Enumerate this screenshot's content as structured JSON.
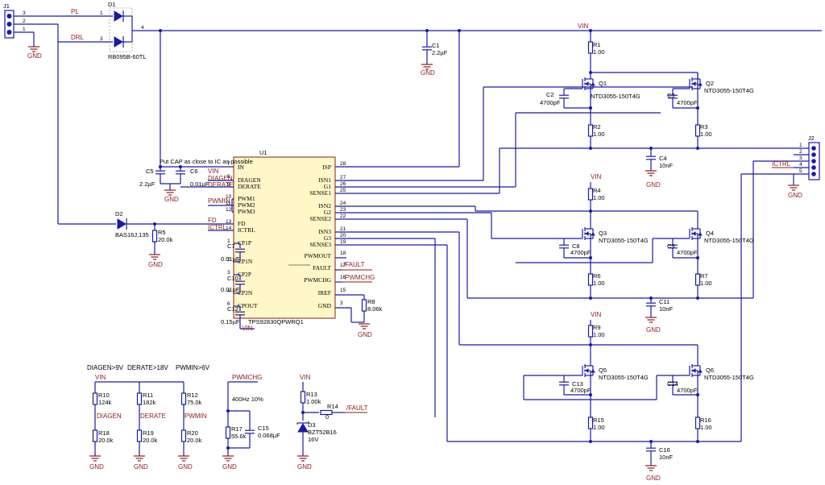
{
  "nets": {
    "vin": "VIN",
    "gnd": "GND",
    "pl": "PL",
    "drl": "DRL",
    "diagen": "DIAGEN",
    "derate": "DERATE",
    "pwmin": "PWMIN",
    "fd": "FD",
    "ictrl": "ICTRL",
    "fault": "/FAULT",
    "pwmchg": "PWMCHG"
  },
  "connectors": {
    "j1": {
      "ref": "J1",
      "pins": [
        "3",
        "2",
        "1"
      ]
    },
    "j2": {
      "ref": "J2",
      "pins": [
        "1",
        "2",
        "3",
        "4",
        "5"
      ]
    }
  },
  "diodes": {
    "d1": {
      "ref": "D1",
      "part": "RB095B-60TL",
      "pins": [
        "1",
        "3",
        "4"
      ]
    },
    "d2": {
      "ref": "D2",
      "part": "BAS16J,135"
    },
    "d3": {
      "ref": "D3",
      "part": "BZT52B16",
      "value": "16V"
    }
  },
  "resistors": {
    "r1": {
      "ref": "R1",
      "value": "1.00"
    },
    "r2": {
      "ref": "R2",
      "value": "1.00"
    },
    "r3": {
      "ref": "R3",
      "value": "1.00"
    },
    "r4": {
      "ref": "R4",
      "value": "1.00"
    },
    "r5": {
      "ref": "R5",
      "value": "20.0k"
    },
    "r6": {
      "ref": "R6",
      "value": "1.00"
    },
    "r7": {
      "ref": "R7",
      "value": "1.00"
    },
    "r8": {
      "ref": "R8",
      "value": "8.06k"
    },
    "r9": {
      "ref": "R9",
      "value": "1.00"
    },
    "r10": {
      "ref": "R10",
      "value": "124k"
    },
    "r11": {
      "ref": "R11",
      "value": "182k"
    },
    "r12": {
      "ref": "R12",
      "value": "75.0k"
    },
    "r13": {
      "ref": "R13",
      "value": "1.00k"
    },
    "r14": {
      "ref": "R14",
      "value": "0"
    },
    "r15": {
      "ref": "R15",
      "value": "1.00"
    },
    "r16": {
      "ref": "R16",
      "value": "1.00"
    },
    "r17": {
      "ref": "R17",
      "value": "55.6k"
    },
    "r18": {
      "ref": "R18",
      "value": "20.0k"
    },
    "r19": {
      "ref": "R19",
      "value": "20.0k"
    },
    "r20": {
      "ref": "R20",
      "value": "20.0k"
    }
  },
  "capacitors": {
    "c1": {
      "ref": "C1",
      "value": "2.2µF"
    },
    "c2": {
      "ref": "C2",
      "value": "4700pF"
    },
    "c3": {
      "ref": "C3",
      "value": "4700pF"
    },
    "c4": {
      "ref": "C4",
      "value": "10nF"
    },
    "c5": {
      "ref": "C5",
      "value": "2.2µF"
    },
    "c6": {
      "ref": "C6",
      "value": "0.01µF"
    },
    "c7": {
      "ref": "C7",
      "value": "0.01µF"
    },
    "c8": {
      "ref": "C8",
      "value": "4700pF"
    },
    "c9": {
      "ref": "C9",
      "value": "4700pF"
    },
    "c10": {
      "ref": "C10",
      "value": "0.01µF"
    },
    "c11": {
      "ref": "C11",
      "value": "10nF"
    },
    "c12": {
      "ref": "C12",
      "value": "0.15µF"
    },
    "c13": {
      "ref": "C13",
      "value": "4700pF"
    },
    "c14": {
      "ref": "C14",
      "value": "4700pF"
    },
    "c15": {
      "ref": "C15",
      "value": "0.068µF"
    },
    "c16": {
      "ref": "C16",
      "value": "10nF"
    }
  },
  "transistors": {
    "part": "NTD3055-150T4G",
    "refs": [
      "Q1",
      "Q2",
      "Q3",
      "Q4",
      "Q5",
      "Q6"
    ]
  },
  "ic": {
    "ref": "U1",
    "part": "TPS92830QPWRQ1",
    "left_pins": [
      {
        "name": "IN",
        "num": "7"
      },
      {
        "name": "DIAGEN",
        "num": "8"
      },
      {
        "name": "DERATE",
        "num": "9"
      },
      {
        "name": "PWM1",
        "num": "10"
      },
      {
        "name": "PWM2",
        "num": "11"
      },
      {
        "name": "PWM3",
        "num": "12"
      },
      {
        "name": "FD",
        "num": "13"
      },
      {
        "name": "ICTRL",
        "num": "14"
      },
      {
        "name": "CP1P",
        "num": "1"
      },
      {
        "name": "CP1N",
        "num": "2"
      },
      {
        "name": "CP2P",
        "num": "3"
      },
      {
        "name": "CP2N",
        "num": "4"
      },
      {
        "name": "CPOUT",
        "num": "6"
      }
    ],
    "right_pins": [
      {
        "name": "ISP",
        "num": "28"
      },
      {
        "name": "ISN1",
        "num": "27"
      },
      {
        "name": "G1",
        "num": "26"
      },
      {
        "name": "SENSE1",
        "num": "25"
      },
      {
        "name": "ISN2",
        "num": "24"
      },
      {
        "name": "G2",
        "num": "23"
      },
      {
        "name": "SENSE2",
        "num": "22"
      },
      {
        "name": "ISN3",
        "num": "21"
      },
      {
        "name": "G3",
        "num": "20"
      },
      {
        "name": "SENSE3",
        "num": "19"
      },
      {
        "name": "PWMOUT",
        "num": "18"
      },
      {
        "name": "FAULT",
        "num": "17"
      },
      {
        "name": "PWMCHG",
        "num": "16"
      },
      {
        "name": "IREF",
        "num": "15"
      },
      {
        "name": "GND",
        "num": "3"
      }
    ]
  },
  "notes": {
    "cap_note": "Put CAP as close to IC as possible",
    "diagen_threshold": "DIAGEN>9V",
    "derate_threshold": "DERATE>18V",
    "pwmin_threshold": "PWMIN>6V",
    "pwm_freq": "400Hz 10%"
  }
}
